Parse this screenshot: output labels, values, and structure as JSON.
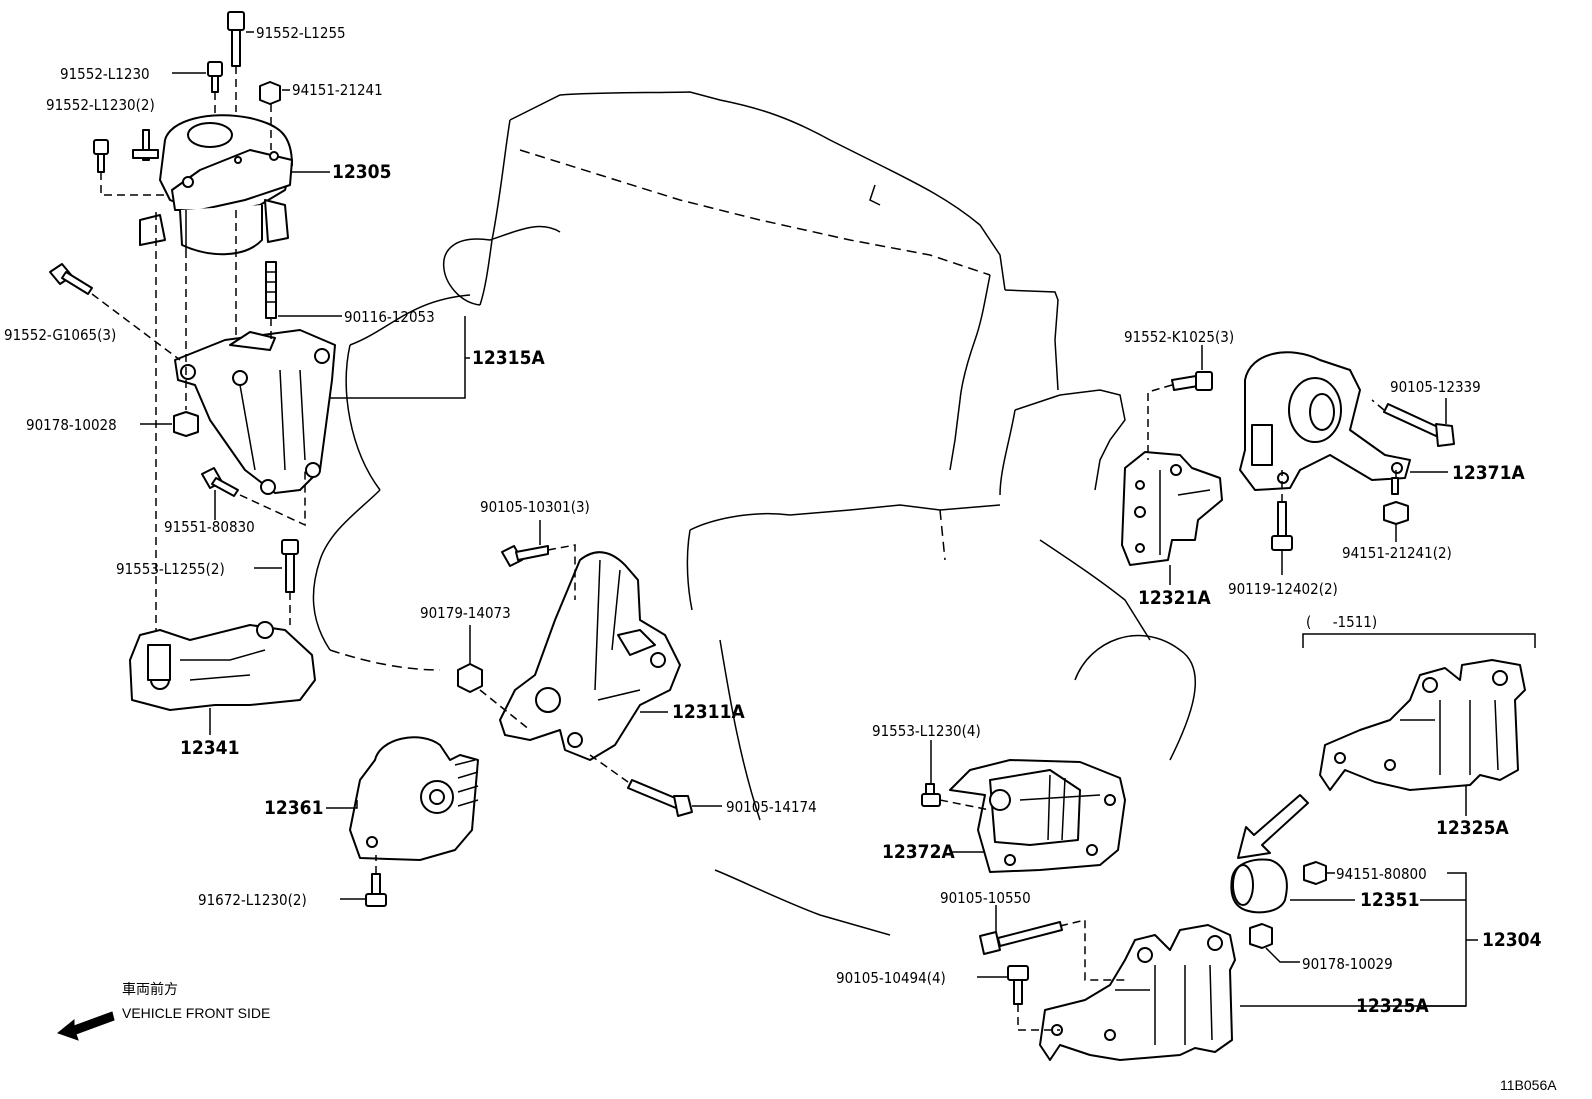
{
  "labels": {
    "p91552_L1255": "91552-L1255",
    "p91552_L1230": "91552-L1230",
    "p94151_21241": "94151-21241",
    "p91552_L1230_2": "91552-L1230(2)",
    "p12305": "12305",
    "p91552_G1065_3": "91552-G1065(3)",
    "p90116_12053": "90116-12053",
    "p12315A": "12315A",
    "p90178_10028": "90178-10028",
    "p91551_80830": "91551-80830",
    "p91553_L1255_2": "91553-L1255(2)",
    "p12341": "12341",
    "p90105_10301_3": "90105-10301(3)",
    "p90179_14073": "90179-14073",
    "p12311A": "12311A",
    "p12361": "12361",
    "p90105_14174": "90105-14174",
    "p91672_L1230_2": "91672-L1230(2)",
    "p91552_K1025_3": "91552-K1025(3)",
    "p90105_12339": "90105-12339",
    "p12371A": "12371A",
    "p94151_21241_2": "94151-21241(2)",
    "p12321A": "12321A",
    "p90119_12402_2": "90119-12402(2)",
    "range_note": "(     -1511)",
    "p12325A_top": "12325A",
    "p91553_L1230_4": "91553-L1230(4)",
    "p12372A": "12372A",
    "p94151_80800": "94151-80800",
    "p12351": "12351",
    "p12304": "12304",
    "p90105_10550": "90105-10550",
    "p90178_10029": "90178-10029",
    "p90105_10494_4": "90105-10494(4)",
    "p12325A_bottom": "12325A",
    "front_jp": "車両前方",
    "front_en": "VEHICLE FRONT SIDE",
    "figure_code": "11B056A"
  }
}
